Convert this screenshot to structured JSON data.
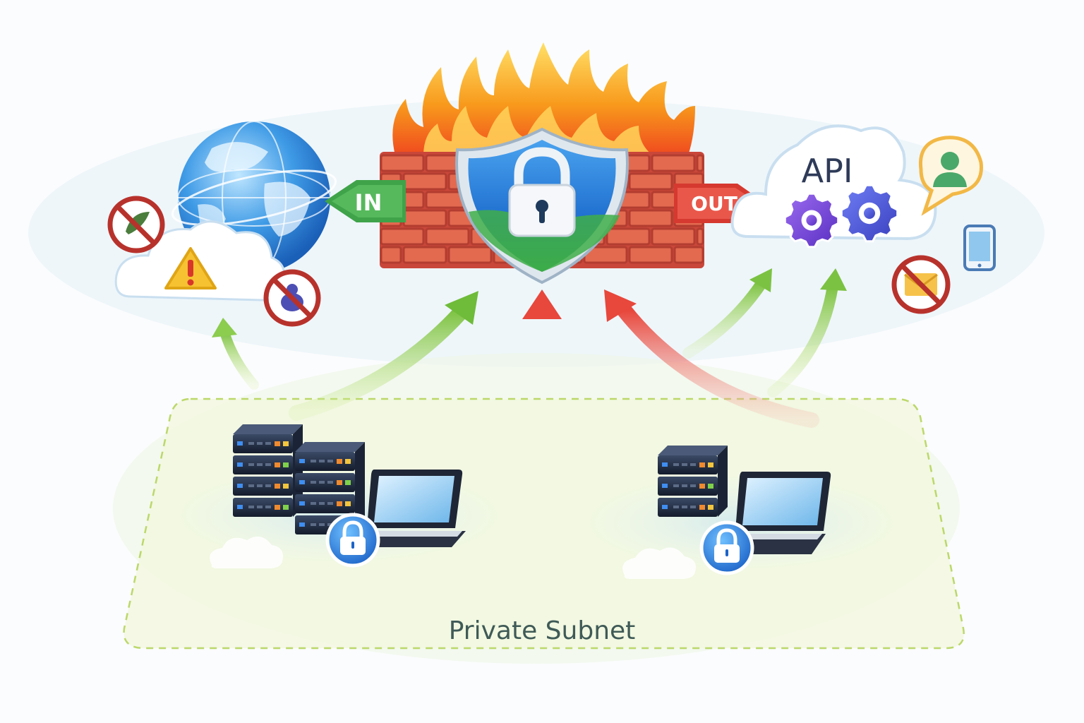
{
  "firewall": {
    "in_label": "IN",
    "out_label": "OUT"
  },
  "cloud_right": {
    "api_label": "API"
  },
  "subnet": {
    "label": "Private Subnet"
  },
  "colors": {
    "allowed_arrow": "#7cc242",
    "blocked_arrow": "#e8473c",
    "brick": "#d9533f",
    "shield_blue": "#2f7fd6",
    "shield_green": "#3fae49",
    "subnet_border": "#bcd86a",
    "block_ring": "#b8322c"
  }
}
